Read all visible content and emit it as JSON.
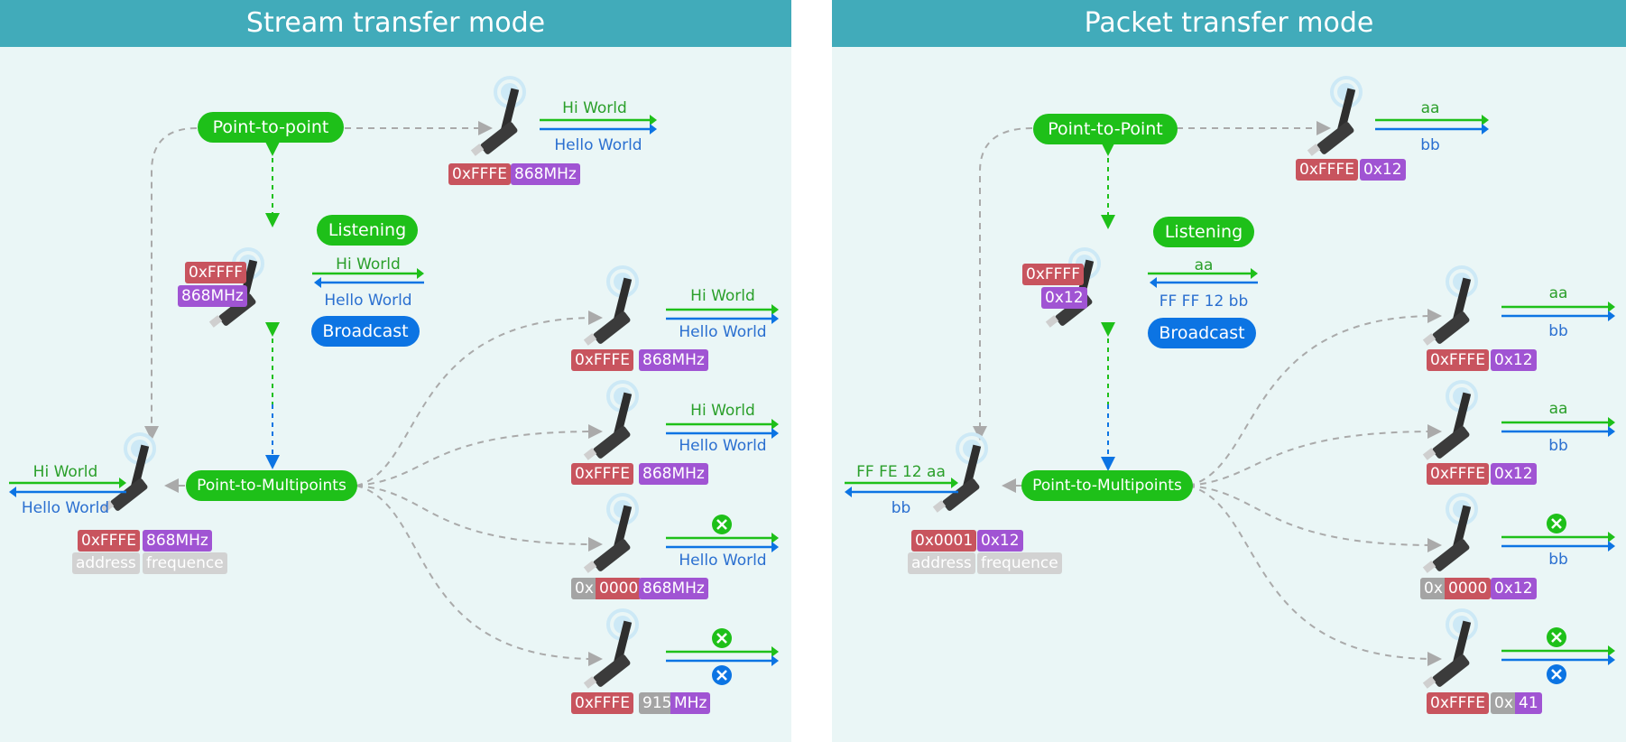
{
  "left": {
    "title": "Stream transfer mode",
    "p2p_label": "Point-to-point",
    "listen_label": "Listening",
    "broadcast_label": "Broadcast",
    "p2m_label": "Point-to-Multipoints",
    "top_dev": {
      "addr": "0xFFFE",
      "freq": "868MHz",
      "msg1": "Hi World",
      "msg2": "Hello World"
    },
    "mid_dev": {
      "addr": "0xFFFF",
      "freq": "868MHz",
      "msg1": "Hi World",
      "msg2": "Hello World"
    },
    "src_dev": {
      "addr": "0xFFFE",
      "freq": "868MHz",
      "msg1": "Hi World",
      "msg2": "Hello World",
      "addr_caption": "address",
      "freq_caption": "frequence"
    },
    "r1": {
      "addr": "0xFFFE",
      "freq": "868MHz",
      "msg1": "Hi World",
      "msg2": "Hello World"
    },
    "r2": {
      "addr": "0xFFFE",
      "freq": "868MHz",
      "msg1": "Hi World",
      "msg2": "Hello World"
    },
    "r3": {
      "addr_a": "0x",
      "addr_b": "0000",
      "freq": "868MHz",
      "msg2": "Hello World"
    },
    "r4": {
      "addr": "0xFFFE",
      "freq_a": "915",
      "freq_b": "MHz"
    }
  },
  "right": {
    "title": "Packet transfer mode",
    "p2p_label": "Point-to-Point",
    "listen_label": "Listening",
    "broadcast_label": "Broadcast",
    "p2m_label": "Point-to-Multipoints",
    "top_dev": {
      "addr": "0xFFFE",
      "freq": "0x12",
      "msg1": "aa",
      "msg2": "bb"
    },
    "mid_dev": {
      "addr": "0xFFFF",
      "freq": "0x12",
      "msg1": "aa",
      "msg2": "FF FF 12 bb"
    },
    "src_dev": {
      "addr": "0x0001",
      "freq": "0x12",
      "msg1": "FF FE 12 aa",
      "msg2": "bb",
      "addr_caption": "address",
      "freq_caption": "frequence"
    },
    "r1": {
      "addr": "0xFFFE",
      "freq": "0x12",
      "msg1": "aa",
      "msg2": "bb"
    },
    "r2": {
      "addr": "0xFFFE",
      "freq": "0x12",
      "msg1": "aa",
      "msg2": "bb"
    },
    "r3": {
      "addr_a": "0x",
      "addr_b": "0000",
      "freq": "0x12",
      "msg2": "bb"
    },
    "r4": {
      "addr": "0xFFFE",
      "freq_a": "0x",
      "freq_b": "41"
    }
  },
  "colors": {
    "header": "#41abba",
    "green": "#1ec019",
    "blue": "#0c74e3",
    "address": "#c8545e",
    "frequency": "#a054d3",
    "background": "#eaf6f6"
  },
  "icons": [
    "usb-lora-dongle-icon",
    "antenna-signal-icon",
    "x-circle-icon"
  ]
}
